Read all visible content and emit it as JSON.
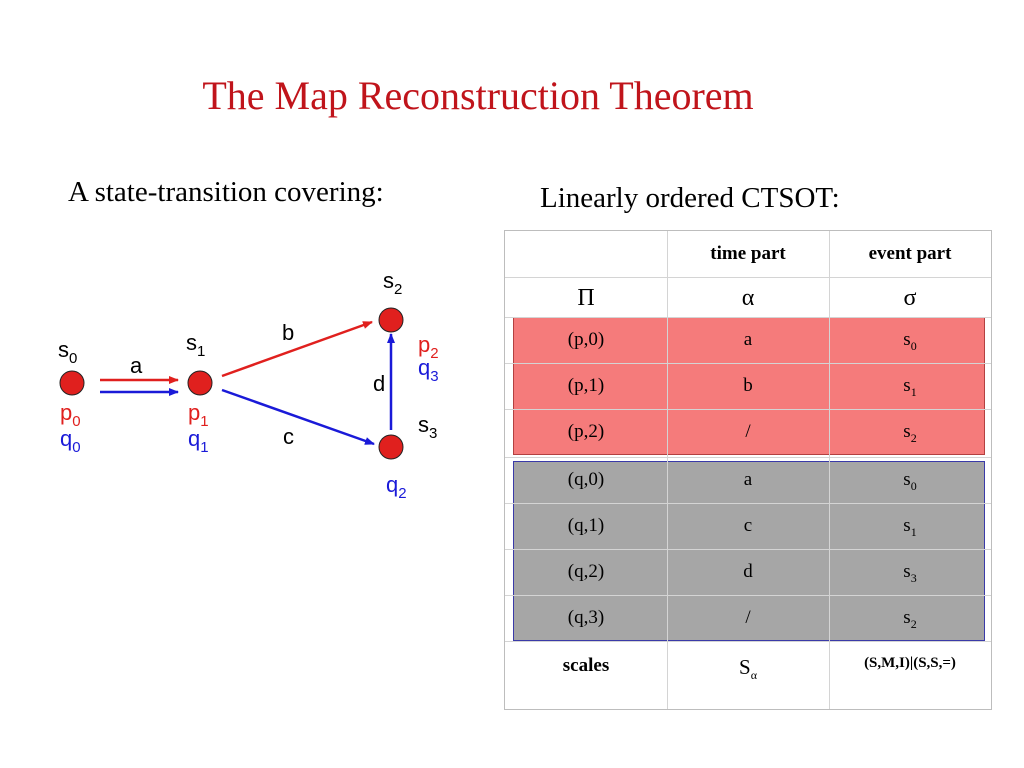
{
  "title": "The Map Reconstruction Theorem",
  "left_heading": "A state-transition covering:",
  "right_heading": "Linearly ordered CTSOT:",
  "diagram": {
    "nodes": {
      "s0": {
        "name": "s",
        "idx": "0",
        "p": "p",
        "p_idx": "0",
        "q": "q",
        "q_idx": "0"
      },
      "s1": {
        "name": "s",
        "idx": "1",
        "p": "p",
        "p_idx": "1",
        "q": "q",
        "q_idx": "1"
      },
      "s2": {
        "name": "s",
        "idx": "2",
        "p": "p",
        "p_idx": "2",
        "q": "q",
        "q_idx": "3"
      },
      "s3": {
        "name": "s",
        "idx": "3",
        "q": "q",
        "q_idx": "2"
      }
    },
    "edges": {
      "a": "a",
      "b": "b",
      "c": "c",
      "d": "d"
    },
    "colors": {
      "node": "#e0201e",
      "p_path": "#e0201e",
      "q_path": "#1a1ad8"
    }
  },
  "table": {
    "header": {
      "col1": "",
      "col2": "time part",
      "col3": "event part"
    },
    "symbols": {
      "col1": "Π",
      "col2": "α",
      "col3": "σ"
    },
    "p_rows": [
      {
        "pair": "(p,0)",
        "time": "a",
        "event": "s",
        "event_idx": "0"
      },
      {
        "pair": "(p,1)",
        "time": "b",
        "event": "s",
        "event_idx": "1"
      },
      {
        "pair": "(p,2)",
        "time": "/",
        "event": "s",
        "event_idx": "2"
      }
    ],
    "q_rows": [
      {
        "pair": "(q,0)",
        "time": "a",
        "event": "s",
        "event_idx": "0"
      },
      {
        "pair": "(q,1)",
        "time": "c",
        "event": "s",
        "event_idx": "1"
      },
      {
        "pair": "(q,2)",
        "time": "d",
        "event": "s",
        "event_idx": "3"
      },
      {
        "pair": "(q,3)",
        "time": "/",
        "event": "s",
        "event_idx": "2"
      }
    ],
    "footer": {
      "label": "scales",
      "time": "S",
      "time_idx": "α",
      "event": "(S,M,I)|(S,S,=)"
    },
    "colors": {
      "p_band": "#f57b7b",
      "q_band": "#a6a6a6"
    }
  }
}
